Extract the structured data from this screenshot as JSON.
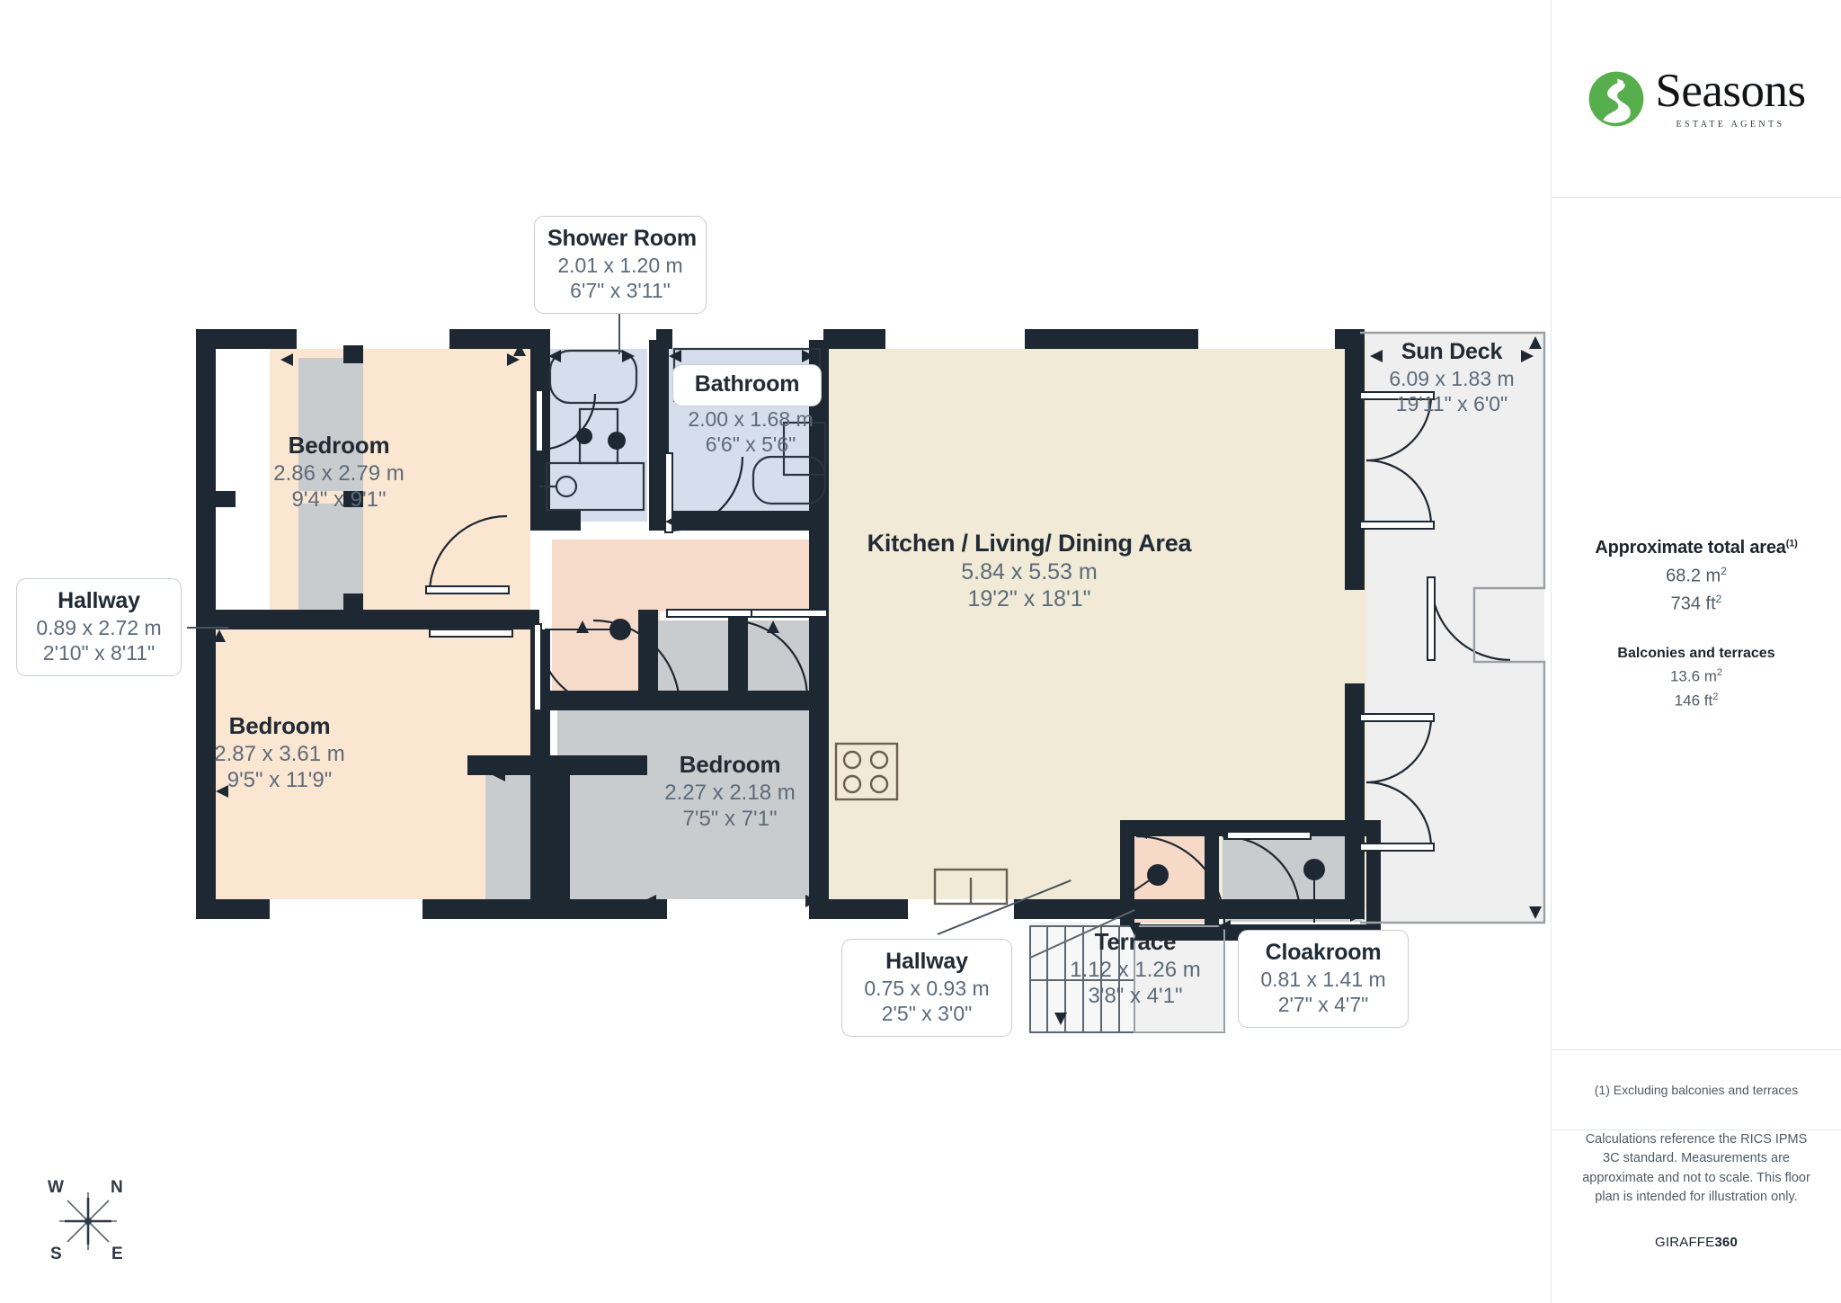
{
  "brand": {
    "logo_icon": "seasons-leaf-logo-icon",
    "name": "Seasons",
    "tagline": "ESTATE AGENTS",
    "color": "#56AE4C"
  },
  "sidebar": {
    "total_area_heading": "Approximate total area",
    "total_area_footnote_marker": "(1)",
    "total_area_metric": "68.2 m",
    "total_area_metric_sup": "2",
    "total_area_imperial": "734 ft",
    "total_area_imperial_sup": "2",
    "balconies_heading": "Balconies and terraces",
    "balconies_metric": "13.6 m",
    "balconies_metric_sup": "2",
    "balconies_imperial": "146 ft",
    "balconies_imperial_sup": "2",
    "footnote": "(1) Excluding balconies and terraces",
    "disclaimer": "Calculations reference the RICS IPMS 3C standard. Measurements are approximate and not to scale. This floor plan is intended for illustration only.",
    "provider_prefix": "GIRAFFE",
    "provider_suffix": "360"
  },
  "compass": {
    "icon": "compass-rose-icon",
    "north": "N",
    "south": "S",
    "east": "E",
    "west": "W"
  },
  "plan": {
    "colors": {
      "wall": "#1E2833",
      "bedroom_fill": "#FBE6D2",
      "living_fill": "#F1EAD6",
      "bathroom_fill": "#D6DDEC",
      "hall_fill": "#F6DACA",
      "grey_fill": "#C9CCCF",
      "deck_fill": "#EFEFEF",
      "line": "#6B5E52"
    },
    "rooms": [
      {
        "id": "shower-room",
        "name": "Shower Room",
        "dim_metric": "2.01 x 1.20 m",
        "dim_imperial": "6'7\" x 3'11\"",
        "style": "callout"
      },
      {
        "id": "bathroom",
        "name": "Bathroom",
        "dim_metric": "2.00 x 1.68 m",
        "dim_imperial": "6'6\" x 5'6\"",
        "style": "callout"
      },
      {
        "id": "bedroom-1",
        "name": "Bedroom",
        "dim_metric": "2.86 x 2.79 m",
        "dim_imperial": "9'4\" x 9'1\"",
        "style": "inline"
      },
      {
        "id": "bedroom-2",
        "name": "Bedroom",
        "dim_metric": "2.87 x 3.61 m",
        "dim_imperial": "9'5\" x 11'9\"",
        "style": "inline"
      },
      {
        "id": "bedroom-3",
        "name": "Bedroom",
        "dim_metric": "2.27 x 2.18 m",
        "dim_imperial": "7'5\" x 7'1\"",
        "style": "inline"
      },
      {
        "id": "kitchen-living-dining",
        "name": "Kitchen / Living/ Dining Area",
        "dim_metric": "5.84 x 5.53 m",
        "dim_imperial": "19'2\" x 18'1\"",
        "style": "inline"
      },
      {
        "id": "sun-deck",
        "name": "Sun Deck",
        "dim_metric": "6.09 x 1.83 m",
        "dim_imperial": "19'11\" x 6'0\"",
        "style": "inline"
      },
      {
        "id": "hallway-left",
        "name": "Hallway",
        "dim_metric": "0.89 x 2.72 m",
        "dim_imperial": "2'10\" x 8'11\"",
        "style": "callout"
      },
      {
        "id": "hallway-bottom",
        "name": "Hallway",
        "dim_metric": "0.75 x 0.93 m",
        "dim_imperial": "2'5\" x 3'0\"",
        "style": "callout"
      },
      {
        "id": "terrace",
        "name": "Terrace",
        "dim_metric": "1.12 x 1.26 m",
        "dim_imperial": "3'8\" x 4'1\"",
        "style": "inline"
      },
      {
        "id": "cloakroom",
        "name": "Cloakroom",
        "dim_metric": "0.81 x 1.41 m",
        "dim_imperial": "2'7\" x 4'7\"",
        "style": "callout"
      }
    ]
  }
}
